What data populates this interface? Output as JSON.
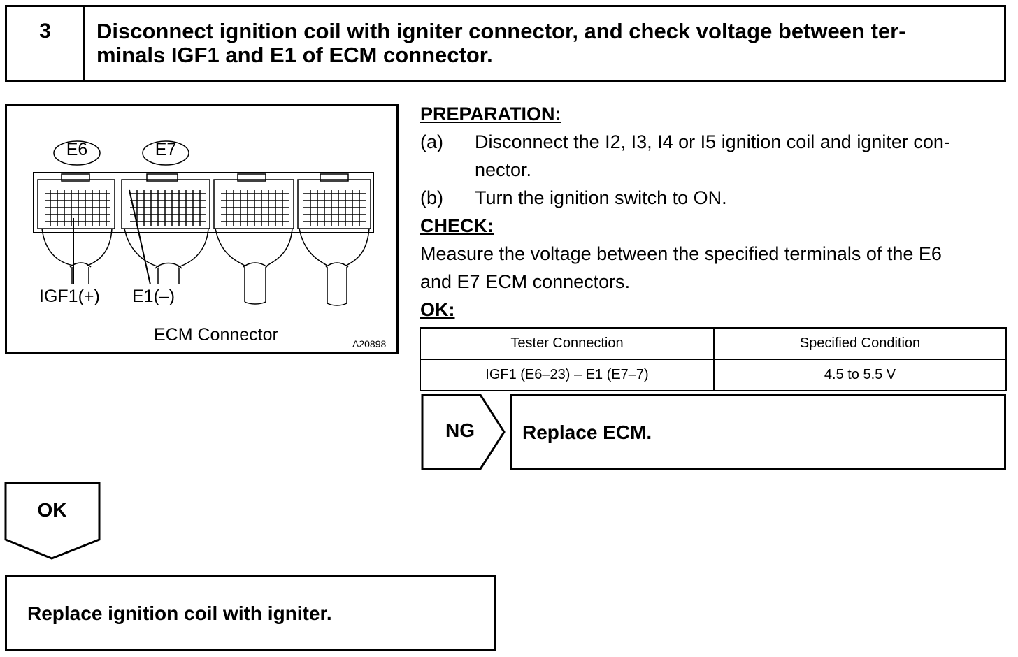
{
  "step": {
    "number": "3",
    "title_line1": "Disconnect ignition coil with igniter connector, and check voltage between ter-",
    "title_line2": "minals IGF1 and E1 of ECM connector."
  },
  "diagram": {
    "connector_tags": [
      "E6",
      "E7"
    ],
    "terminal_labels": [
      "IGF1(+)",
      "E1(–)"
    ],
    "caption": "ECM Connector",
    "figure_code": "A20898"
  },
  "preparation": {
    "heading": "PREPARATION:",
    "steps": [
      {
        "letter": "(a)",
        "line1": "Disconnect the I2, I3, I4 or I5 ignition coil and igniter con-",
        "line2": "nector."
      },
      {
        "letter": "(b)",
        "line1": "Turn the ignition switch to ON."
      }
    ]
  },
  "check": {
    "heading": "CHECK:",
    "line1": "Measure the voltage between the specified terminals of the E6",
    "line2": "and E7 ECM connectors."
  },
  "ok_section": {
    "heading": "OK:",
    "table": {
      "headers": [
        "Tester Connection",
        "Specified Condition"
      ],
      "rows": [
        [
          "IGF1 (E6–23) – E1 (E7–7)",
          "4.5 to 5.5 V"
        ]
      ]
    }
  },
  "ng_branch": {
    "label": "NG",
    "action": "Replace ECM."
  },
  "ok_branch": {
    "label": "OK",
    "action": "Replace ignition coil with igniter."
  }
}
